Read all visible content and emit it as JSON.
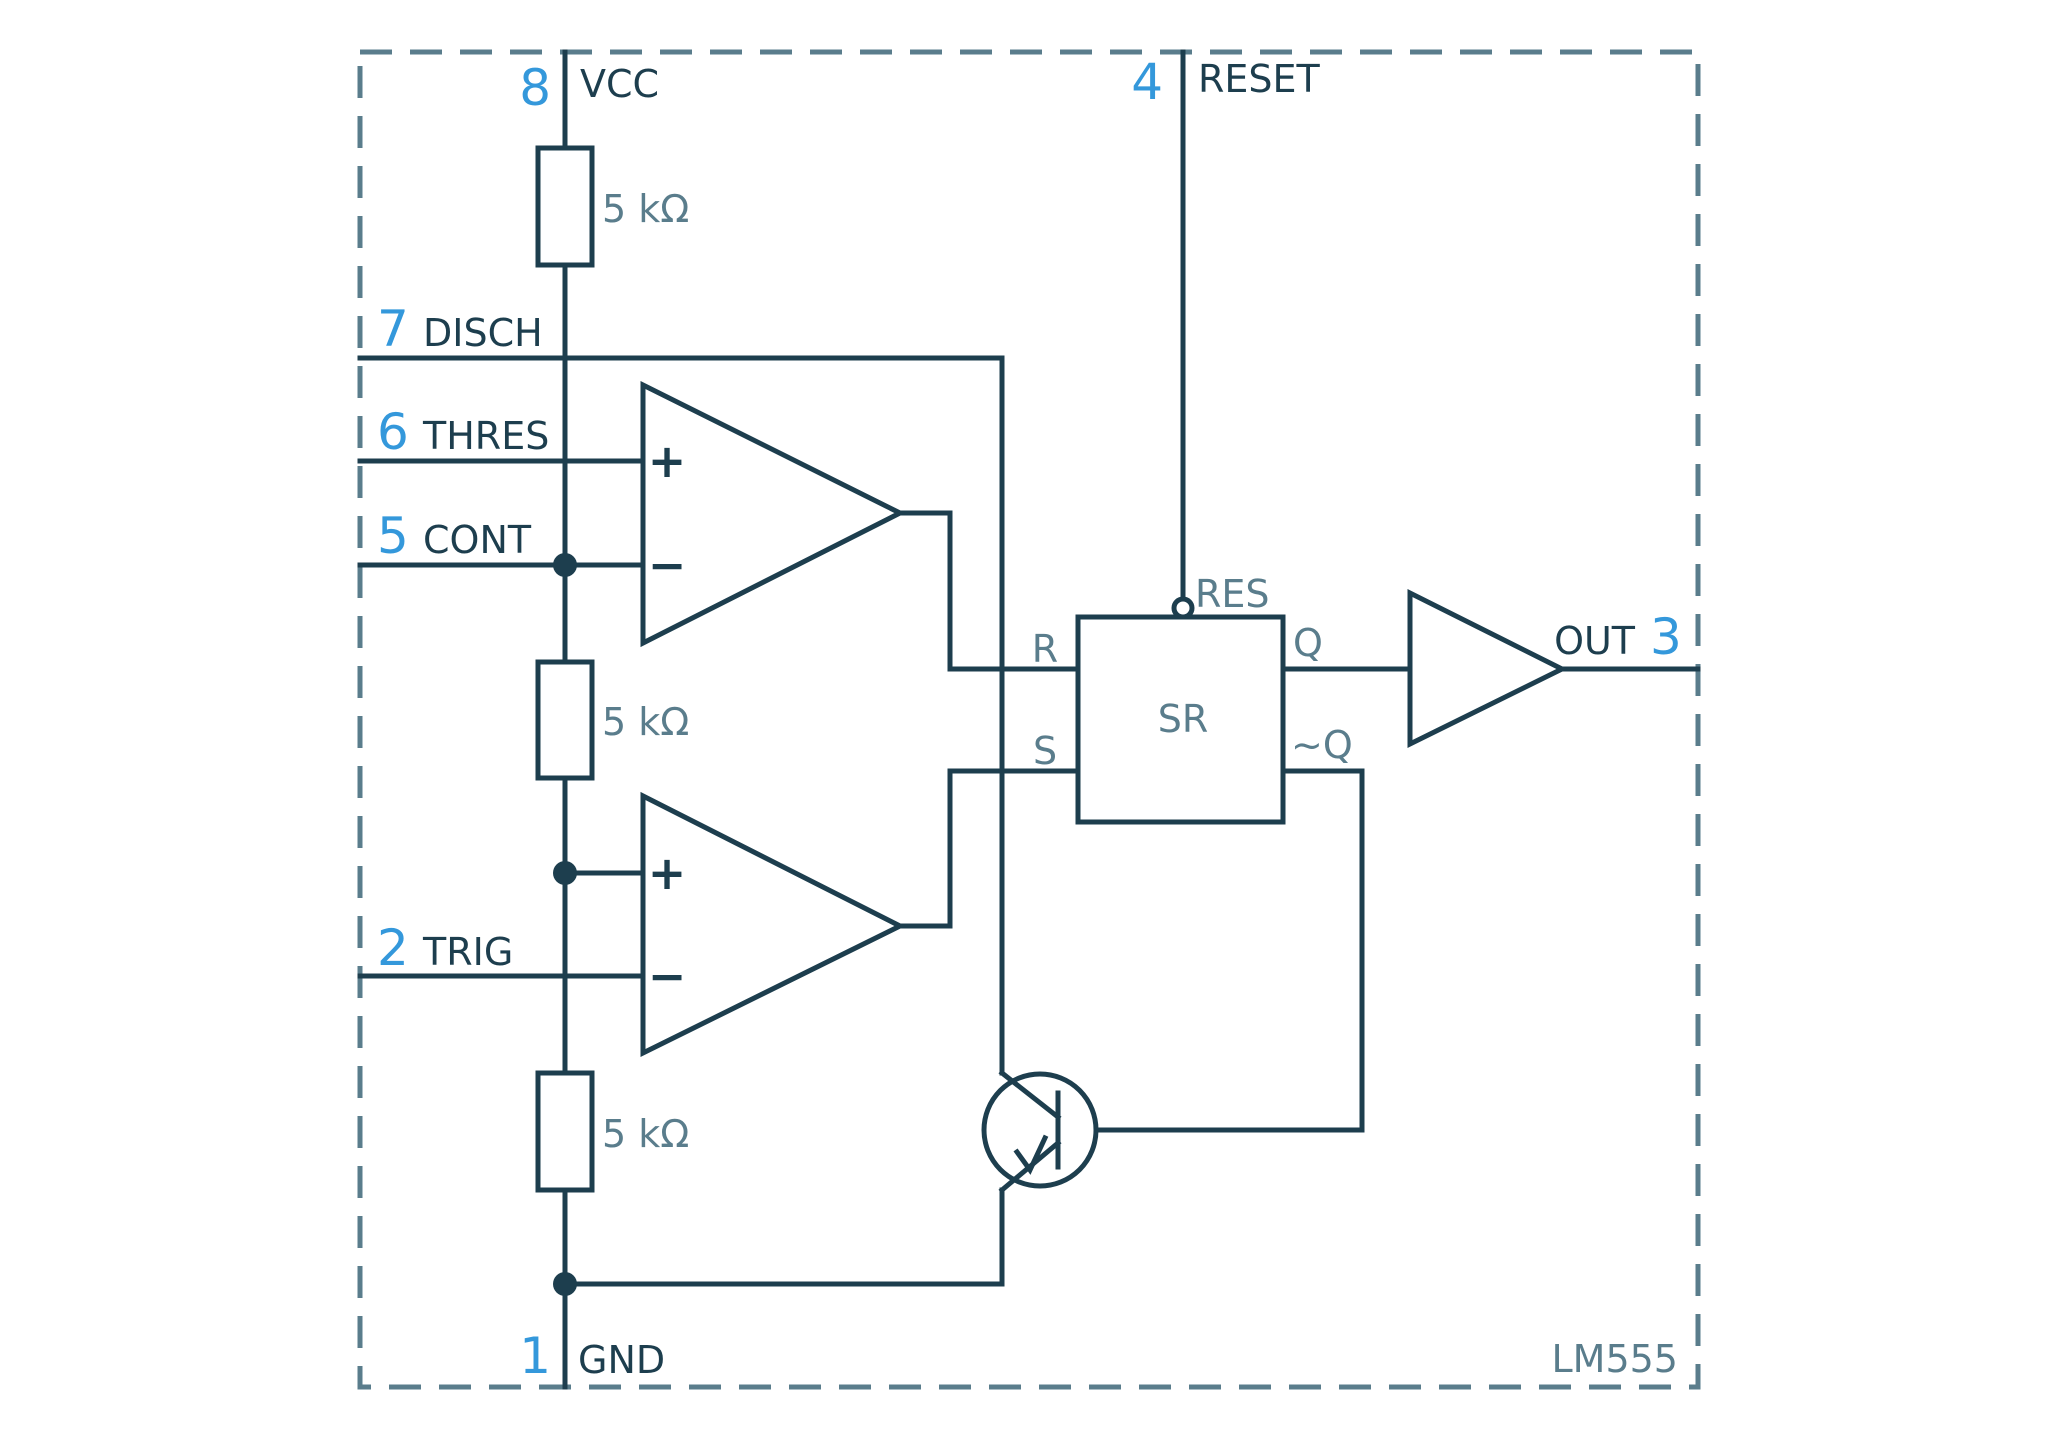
{
  "chip": {
    "name": "LM555"
  },
  "pins": {
    "vcc": {
      "number": "8",
      "name": "VCC"
    },
    "reset": {
      "number": "4",
      "name": "RESET"
    },
    "disch": {
      "number": "7",
      "name": "DISCH"
    },
    "thres": {
      "number": "6",
      "name": "THRES"
    },
    "cont": {
      "number": "5",
      "name": "CONT"
    },
    "trig": {
      "number": "2",
      "name": "TRIG"
    },
    "gnd": {
      "number": "1",
      "name": "GND"
    },
    "out": {
      "number": "3",
      "name": "OUT"
    }
  },
  "resistors": [
    {
      "value": "5 kΩ"
    },
    {
      "value": "5 kΩ"
    },
    {
      "value": "5 kΩ"
    }
  ],
  "comparators": {
    "upper": {
      "plus": "+",
      "minus": "−"
    },
    "lower": {
      "plus": "+",
      "minus": "−"
    }
  },
  "flipflop": {
    "label": "SR",
    "res": "RES",
    "r": "R",
    "s": "S",
    "q": "Q",
    "qbar": "~Q"
  },
  "colors": {
    "wire": "#1d3e4e",
    "frame": "#5a7d8c",
    "pin_number": "#3498db",
    "value_text": "#5a7d8c"
  }
}
